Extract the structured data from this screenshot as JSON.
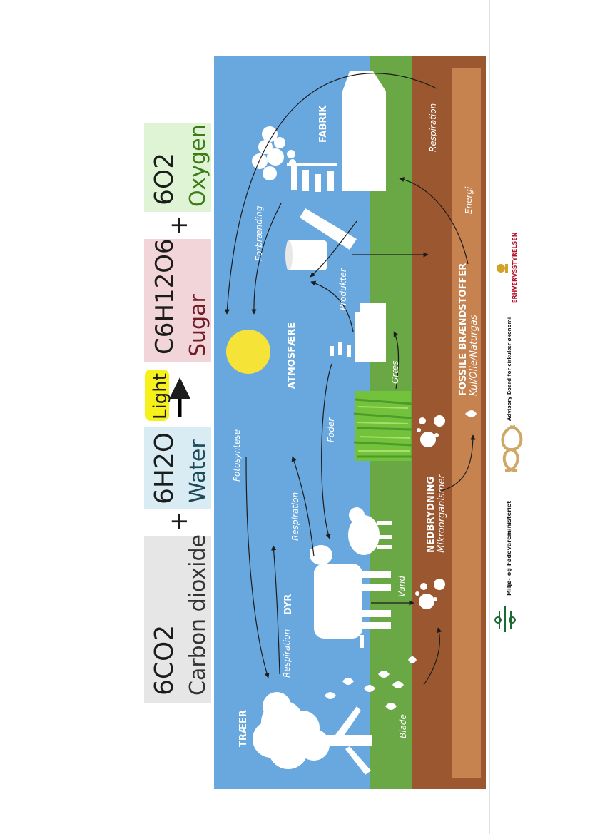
{
  "equation": {
    "co2_formula": "6CO2",
    "co2_name": "Carbon dioxide",
    "plus1": "+",
    "water_formula": "6H2O",
    "water_name": "Water",
    "light": "Light",
    "sugar_formula": "C6H12O6",
    "sugar_name": "Sugar",
    "plus2": "+",
    "oxygen_formula": "6O2",
    "oxygen_name": "Oxygen"
  },
  "cycle": {
    "traeer": "TRÆER",
    "dyr": "DYR",
    "atmosfaere": "ATMOSFÆRE",
    "fabrik": "FABRIK",
    "nedbrydning": "NEDBRYDNING",
    "mikroorganismer": "Mikroorganismer",
    "fossile": "FOSSILE BRÆNDSTOFFER",
    "kul": "Kul/Olie/Naturgas",
    "respiration_trees": "Respiration",
    "respiration_animals": "Respiration",
    "respiration_ground": "Respiration",
    "fotosyntese": "Fotosyntese",
    "foder": "Foder",
    "forbraending": "Forbrænding",
    "produkter": "Produkter",
    "graes": "Græs",
    "vand": "Vand",
    "blade": "Blade",
    "energi": "Energi"
  },
  "logos": {
    "ministry": "Miljø- og Fødevareministeriet",
    "advisory": "Advisory Board for cirkulær økonomi",
    "erhverv": "ERHVERVSSTYRELSEN"
  },
  "colors": {
    "sky": "#69a7df",
    "grass": "#6aa845",
    "soil": "#9b5730",
    "fossil": "#c6824f",
    "sun": "#f5e437",
    "co2_box": "#e6e6e6",
    "water_box": "#d9ecf4",
    "light_highlight": "#f6f11a",
    "sugar_box": "#f2d5d8",
    "oxygen_box": "#def4d5",
    "water_text": "#1d4a59",
    "sugar_text": "#6f1c25",
    "oxygen_text": "#3e7a16"
  }
}
